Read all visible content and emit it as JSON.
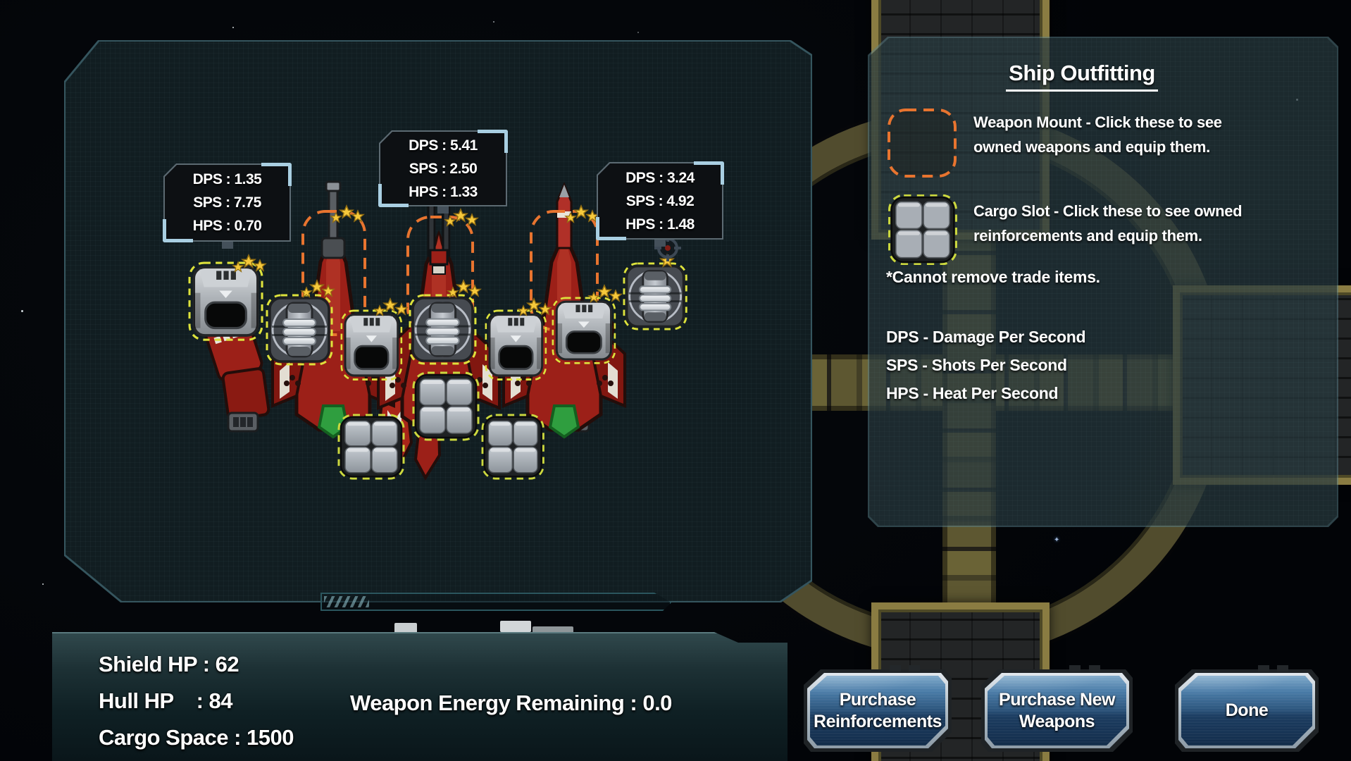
{
  "screen": {
    "name": "Ship Outfitting"
  },
  "tooltips": [
    {
      "lines": [
        "DPS : 1.35",
        "SPS : 7.75",
        "HPS : 0.70"
      ]
    },
    {
      "lines": [
        "DPS : 5.41",
        "SPS : 2.50",
        "HPS : 1.33"
      ]
    },
    {
      "lines": [
        "DPS : 3.24",
        "SPS : 4.92",
        "HPS : 1.48"
      ]
    }
  ],
  "info_panel": {
    "title": "Ship Outfitting",
    "weapon_mount": {
      "icon": "weapon-mount-icon",
      "line1": "Weapon Mount - Click these to see",
      "line2": "owned weapons and equip them."
    },
    "cargo_slot": {
      "icon": "cargo-slot-icon",
      "line1": "Cargo Slot - Click these to see owned",
      "line2": "reinforcements and equip them."
    },
    "note": "*Cannot remove trade items.",
    "legend": [
      "DPS - Damage Per Second",
      "SPS - Shots Per Second",
      "HPS - Heat Per Second"
    ]
  },
  "stats": {
    "shield": "Shield HP : 62",
    "hull": "Hull HP    : 84",
    "cargo": "Cargo Space : 1500",
    "weapon_energy": "Weapon Energy Remaining : 0.0"
  },
  "buttons": {
    "purchase_reinforcements": {
      "line1": "Purchase",
      "line2": "Reinforcements"
    },
    "purchase_new_weapons": {
      "line1": "Purchase New",
      "line2": "Weapons"
    },
    "done": {
      "line1": "Done"
    }
  },
  "colors": {
    "weapon_mount_dash": "#e8742f",
    "cargo_slot_dash": "#ccd83e",
    "tooltip_accent": "#a9cfe2",
    "button_blue_top": "#7fa9ca",
    "button_blue_bottom": "#122c4a",
    "hull_red": "#9c2018",
    "star_gold": "#f6c93c",
    "station_olive": "#5d5731"
  }
}
